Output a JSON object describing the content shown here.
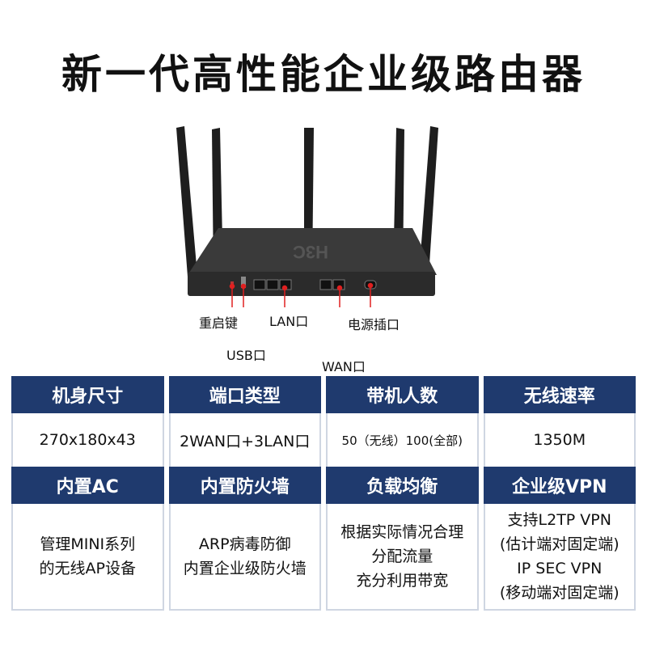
{
  "title": "新一代高性能企业级路由器",
  "router": {
    "logo": "H3C",
    "labels": {
      "reset": "重启键",
      "usb": "USB口",
      "lan": "LAN口",
      "wan": "WAN口",
      "power": "电源插口"
    }
  },
  "specs": {
    "headers_row1": [
      "机身尺寸",
      "端口类型",
      "带机人数",
      "无线速率"
    ],
    "values_row1": [
      "270x180x43",
      "2WAN口+3LAN口",
      "50（无线）100(全部)",
      "1350M"
    ],
    "headers_row2": [
      "内置AC",
      "内置防火墙",
      "负载均衡",
      "企业级VPN"
    ],
    "values_row2": [
      "管理MINI系列\n的无线AP设备",
      "ARP病毒防御\n内置企业级防火墙",
      "根据实际情况合理\n分配流量\n充分利用带宽",
      "支持L2TP VPN\n(估计端对固定端)\nIP SEC VPN\n(移动端对固定端)"
    ]
  },
  "colors": {
    "header_bg": "#1f3a6e",
    "router_body": "#2b2b2b"
  }
}
